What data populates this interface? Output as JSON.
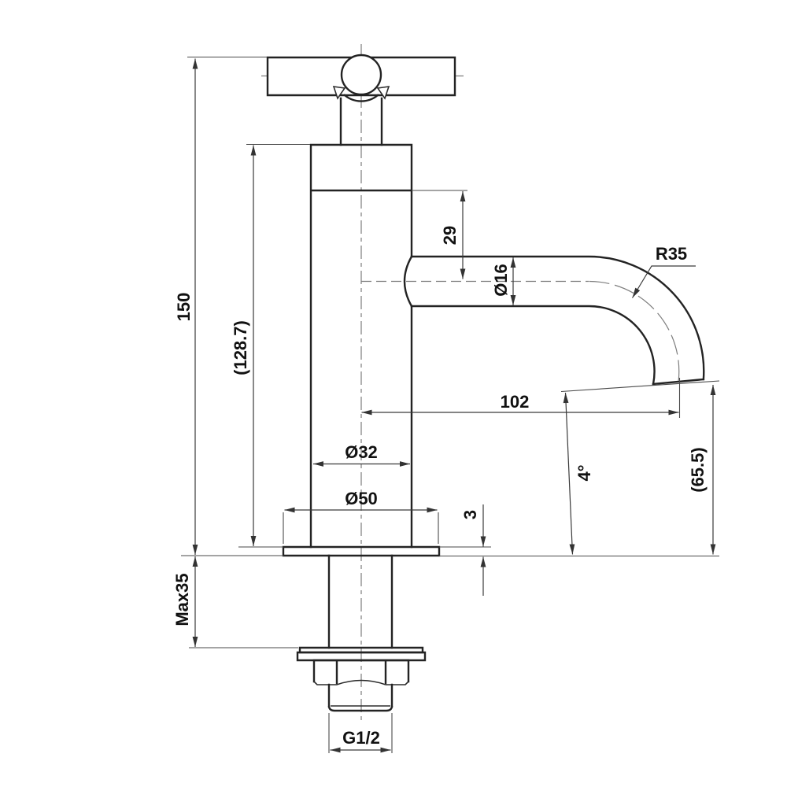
{
  "drawing": {
    "dimensions": {
      "total_height": "150",
      "body_height_ref": "(128.7)",
      "max_mounting_thickness": "Max35",
      "spout_center_offset": "29",
      "spout_outer_diameter": "Ø16",
      "spout_bend_radius": "R35",
      "spout_reach": "102",
      "body_diameter": "Ø32",
      "base_diameter": "Ø50",
      "base_plate_thickness": "3",
      "outlet_angle": "4°",
      "outlet_height_ref": "(65.5)",
      "inlet_thread": "G1/2"
    },
    "colors": {
      "background": "#ffffff",
      "outline_ink": "#232323",
      "dimension_ink": "#3a3a3a",
      "centerline_ink": "#7d7d7d",
      "text_ink": "#111111"
    }
  }
}
